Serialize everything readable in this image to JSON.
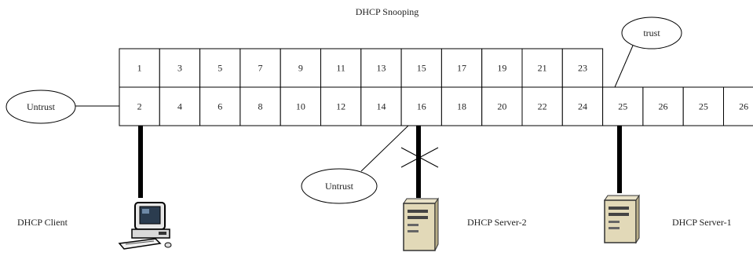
{
  "title": "DHCP Snooping",
  "ports": {
    "top_row": [
      "1",
      "3",
      "5",
      "7",
      "9",
      "11",
      "13",
      "15",
      "17",
      "19",
      "21",
      "23"
    ],
    "bottom_row": [
      "2",
      "4",
      "6",
      "8",
      "10",
      "12",
      "14",
      "16",
      "18",
      "20",
      "22",
      "24"
    ],
    "uplink_row": [
      "25",
      "26",
      "25",
      "26"
    ]
  },
  "callouts": {
    "trust": "trust",
    "untrust_left": "Untrust",
    "untrust_bottom": "Untrust"
  },
  "devices": {
    "client": "DHCP Client",
    "server2": "DHCP Server-2",
    "server1": "DHCP Server-1"
  },
  "icons": [
    "computer-icon",
    "server-icon",
    "server-icon"
  ]
}
